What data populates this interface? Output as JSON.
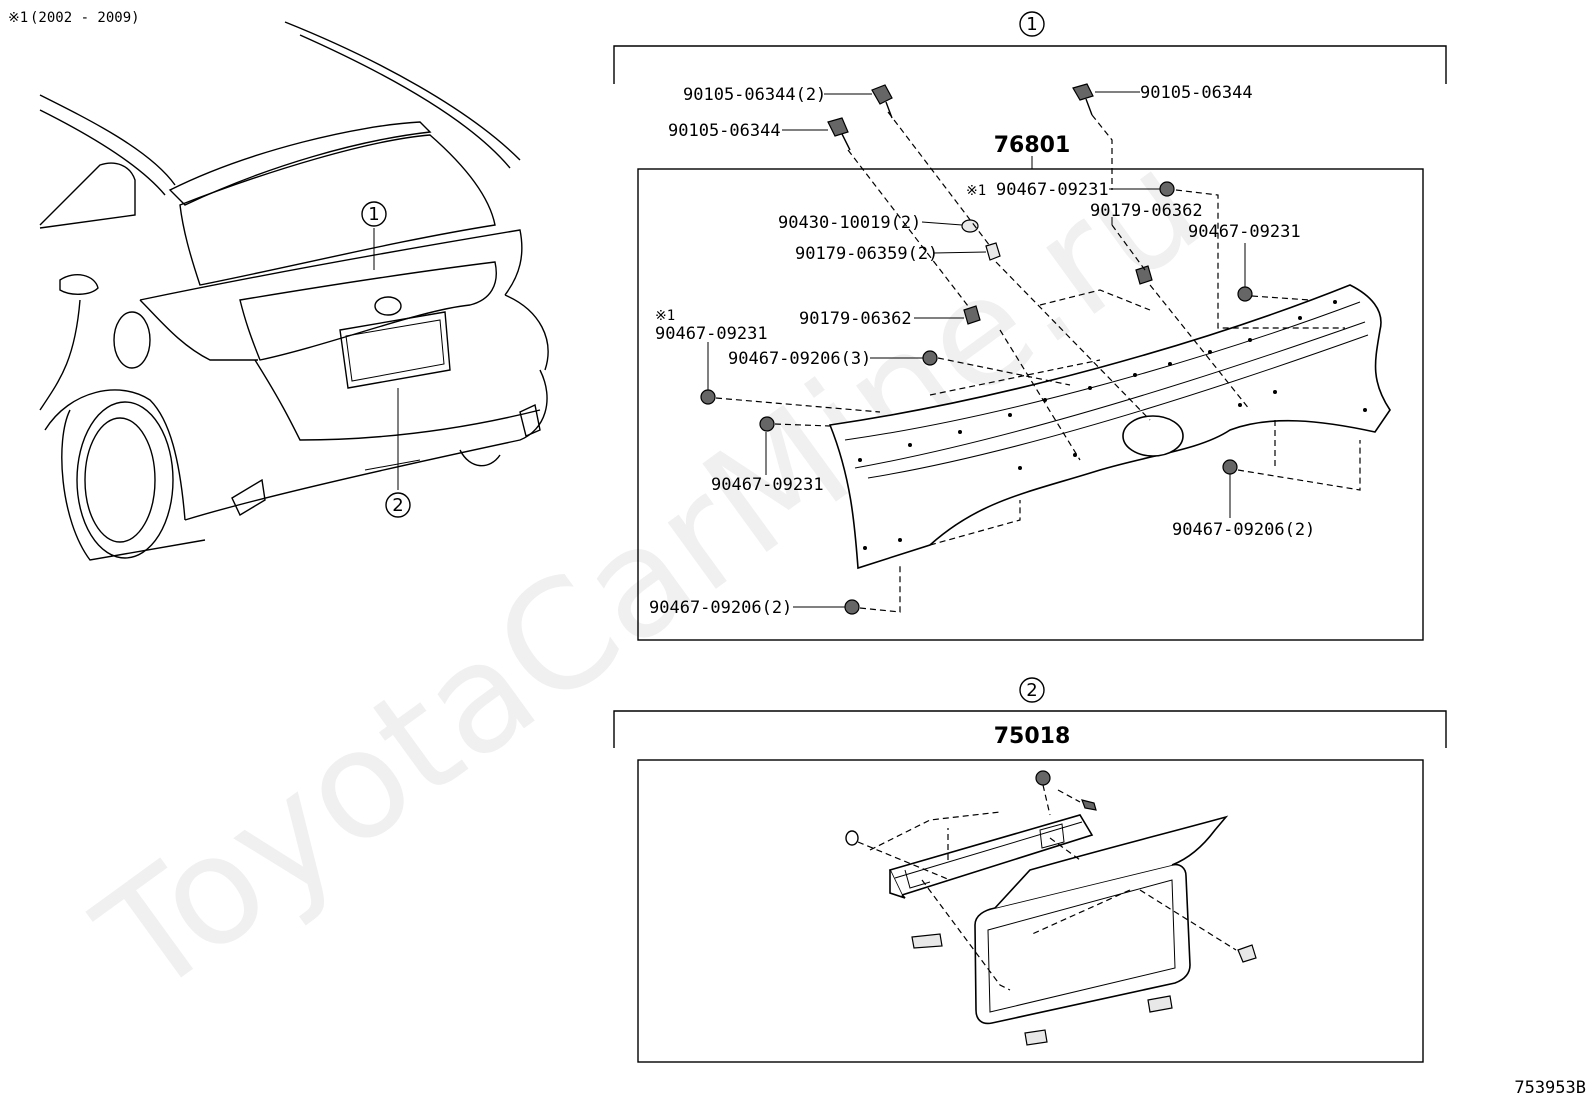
{
  "header": {
    "note_mark": "※1",
    "note_text": "(2002 - 2009)"
  },
  "vehicle": {
    "callout_1": "1",
    "callout_2": "2"
  },
  "section_1": {
    "callout": "1",
    "assembly_no": "76801",
    "labels": {
      "a": "90105-06344(2)",
      "b": "90105-06344",
      "c": "90105-06344",
      "d_mark": "※1",
      "d": "90467-09231",
      "e": "90430-10019(2)",
      "f": "90179-06359(2)",
      "g": "90179-06362",
      "h": "90467-09231",
      "i": "90179-06362",
      "j_mark": "※1",
      "j": "90467-09231",
      "k": "90467-09206(3)",
      "l": "90467-09231",
      "m": "90467-09206(2)",
      "n": "90467-09206(2)"
    }
  },
  "section_2": {
    "callout": "2",
    "assembly_no": "75018"
  },
  "footer": {
    "diagram_code": "753953B"
  },
  "watermark": "ToyotaCarMine.ru"
}
